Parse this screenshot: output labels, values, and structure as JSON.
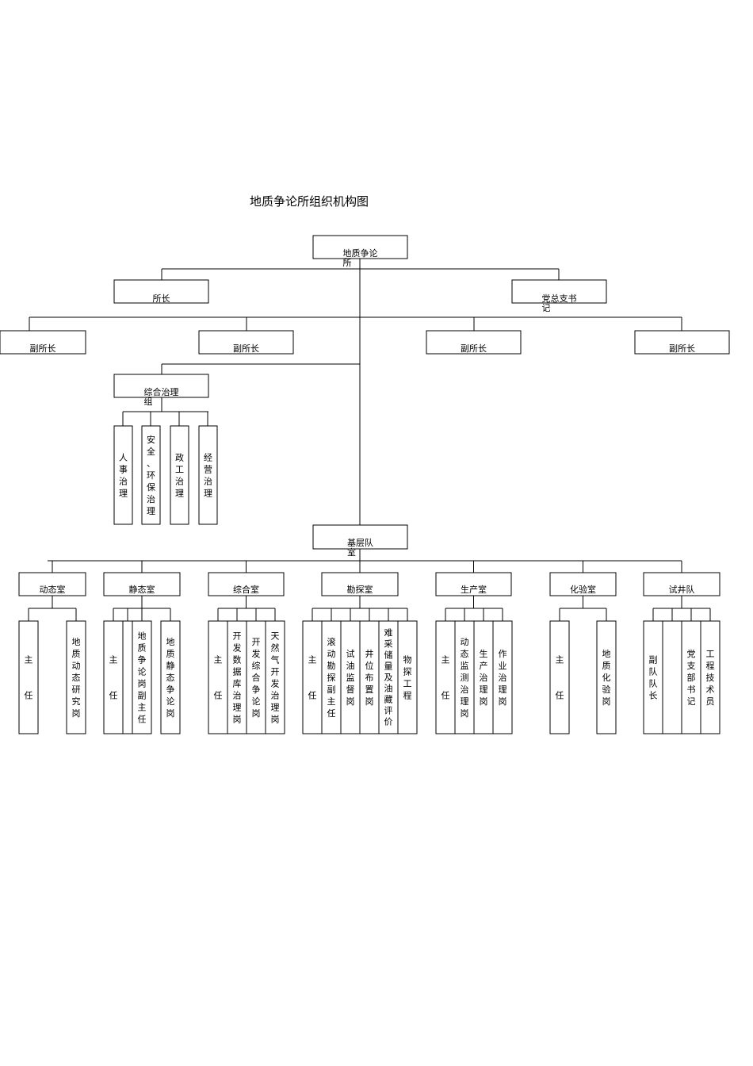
{
  "title": "地质争论所组织机构图",
  "nodes": {
    "root": [
      "地质争论",
      "所"
    ],
    "director": [
      "所长"
    ],
    "party_secretary": [
      "党总支书",
      "记"
    ],
    "deputy_1": [
      "副所长"
    ],
    "deputy_2": [
      "副所长"
    ],
    "deputy_3": [
      "副所长"
    ],
    "deputy_4": [
      "副所长"
    ],
    "admin_group": [
      "综合治理",
      "组"
    ],
    "grassroots": [
      "基层队",
      "室"
    ]
  },
  "admin_posts": [
    [
      "人事治理"
    ],
    [
      "安全、环保治理"
    ],
    [
      "政工治理"
    ],
    [
      "经营治理"
    ]
  ],
  "departments": [
    {
      "name": "动态室",
      "posts": [
        [
          "主",
          "",
          "",
          "任"
        ],
        [
          "地质动态研究岗"
        ]
      ]
    },
    {
      "name": "静态室",
      "posts": [
        [
          "主",
          "",
          "",
          "任"
        ],
        [
          ""
        ],
        [
          "地质争论岗副主任"
        ],
        [
          "地质静态争论岗"
        ]
      ]
    },
    {
      "name": "综合室",
      "posts": [
        [
          "主",
          "",
          "",
          "任"
        ],
        [
          "开发数据库治理岗"
        ],
        [
          "开发综合争论岗"
        ],
        [
          "天然气开发治理岗"
        ]
      ]
    },
    {
      "name": "勘探室",
      "posts": [
        [
          "主",
          "",
          "",
          "任"
        ],
        [
          "滚动勘探副主任"
        ],
        [
          "试油监督岗"
        ],
        [
          "井位布置岗"
        ],
        [
          "难采储量及油藏评价"
        ],
        [
          "物探工程"
        ]
      ]
    },
    {
      "name": "生产室",
      "posts": [
        [
          "主",
          "",
          "",
          "任"
        ],
        [
          "动态监测治理岗"
        ],
        [
          "生产治理岗"
        ],
        [
          "作业治理岗"
        ]
      ]
    },
    {
      "name": "化验室",
      "posts": [
        [
          "主",
          "",
          "",
          "任"
        ],
        [
          "地质化验岗"
        ]
      ]
    },
    {
      "name": "试井队",
      "posts": [
        [
          "副队队长"
        ],
        [
          ""
        ],
        [
          "党支部书记"
        ],
        [
          "工程技术员"
        ]
      ]
    }
  ]
}
